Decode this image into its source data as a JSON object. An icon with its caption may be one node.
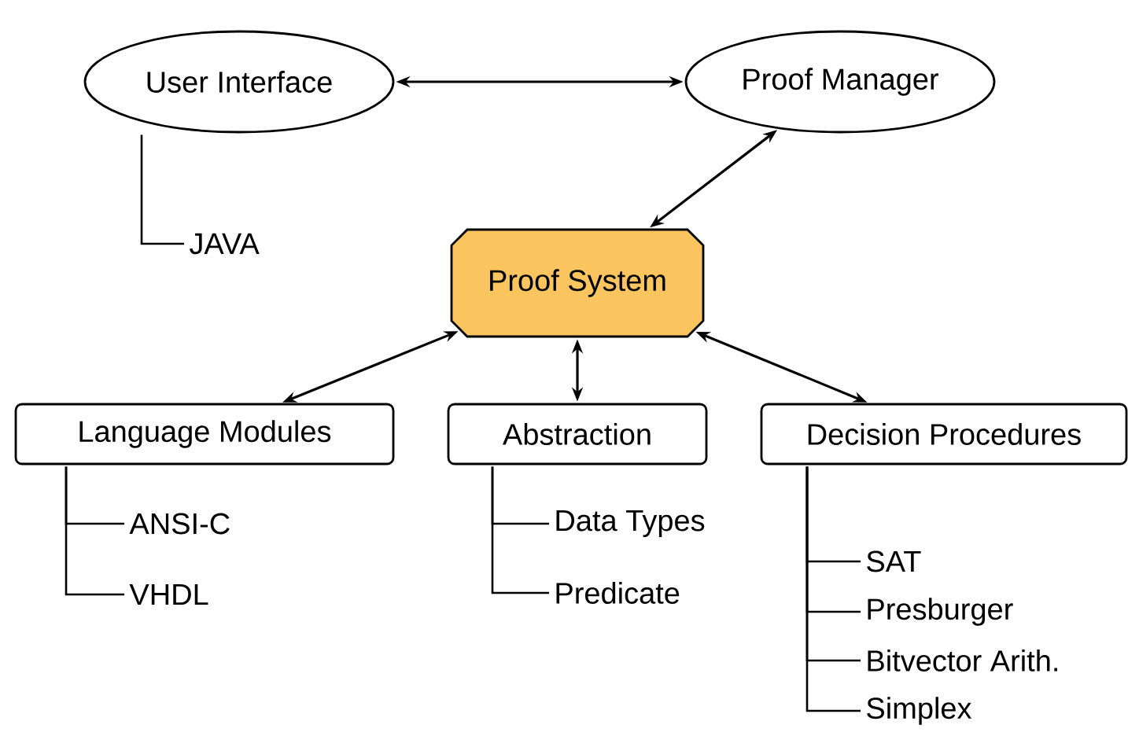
{
  "diagram": {
    "nodes": [
      {
        "text": [
          "User Interface"
        ]
      },
      {
        "text": [
          "Proof Manager"
        ]
      },
      {
        "text": [
          "Proof System"
        ]
      },
      {
        "text": [
          "Language Modules"
        ]
      },
      {
        "text": [
          "Abstraction"
        ]
      },
      {
        "text": [
          "Decision Procedures"
        ]
      },
      {
        "text": [
          "JAVA"
        ]
      },
      {
        "text": [
          "ANSI-C"
        ]
      },
      {
        "text": [
          "VHDL"
        ]
      },
      {
        "text": [
          "Data Types"
        ]
      },
      {
        "text": [
          "Predicate"
        ]
      },
      {
        "text": [
          "SAT"
        ]
      },
      {
        "text": [
          "Presburger"
        ]
      },
      {
        "text": [
          "Bitvector Arith."
        ]
      },
      {
        "text": [
          "Simplex"
        ]
      }
    ],
    "edges": [
      {
        "from": 0,
        "to": 1,
        "arrow": "both"
      },
      {
        "from": 1,
        "to": 2,
        "arrow": "both"
      },
      {
        "from": 2,
        "to": 3,
        "arrow": "both"
      },
      {
        "from": 2,
        "to": 4,
        "arrow": "both"
      },
      {
        "from": 2,
        "to": 5,
        "arrow": "both"
      },
      {
        "from": 0,
        "to": 6,
        "arrow": "none"
      },
      {
        "from": 3,
        "to": 7,
        "arrow": "none"
      },
      {
        "from": 3,
        "to": 8,
        "arrow": "none"
      },
      {
        "from": 4,
        "to": 9,
        "arrow": "none"
      },
      {
        "from": 4,
        "to": 10,
        "arrow": "none"
      },
      {
        "from": 5,
        "to": 11,
        "arrow": "none"
      },
      {
        "from": 5,
        "to": 12,
        "arrow": "none"
      },
      {
        "from": 5,
        "to": 13,
        "arrow": "none"
      },
      {
        "from": 5,
        "to": 14,
        "arrow": "none"
      }
    ]
  }
}
